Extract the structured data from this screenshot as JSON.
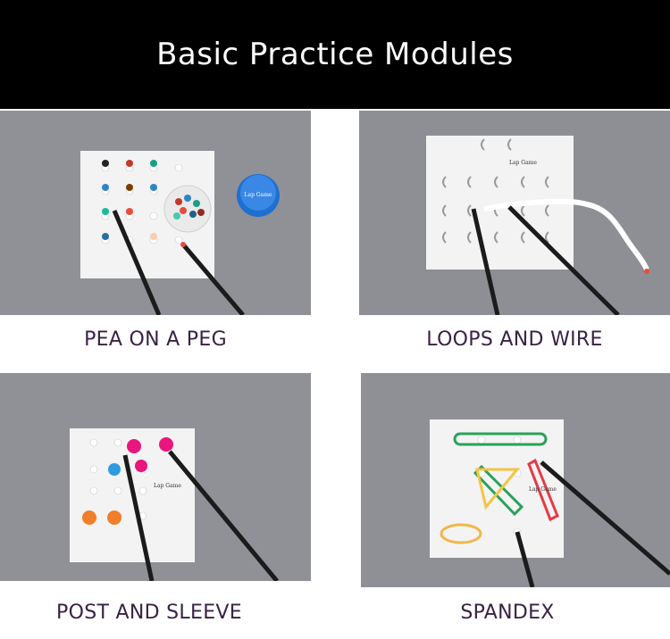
{
  "header": {
    "title": "Basic Practice Modules"
  },
  "colors": {
    "header_bg": "#000000",
    "caption_text": "#3a2145",
    "backdrop": "#8e9095",
    "board": "#f2f2f2"
  },
  "modules": [
    {
      "caption": "PEA ON A PEG",
      "brand": "Lap Game"
    },
    {
      "caption": "LOOPS AND WIRE",
      "brand": "Lap Game"
    },
    {
      "caption": "POST AND SLEEVE",
      "brand": "Lap Game"
    },
    {
      "caption": "SPANDEX",
      "brand": "Lap Game"
    }
  ]
}
